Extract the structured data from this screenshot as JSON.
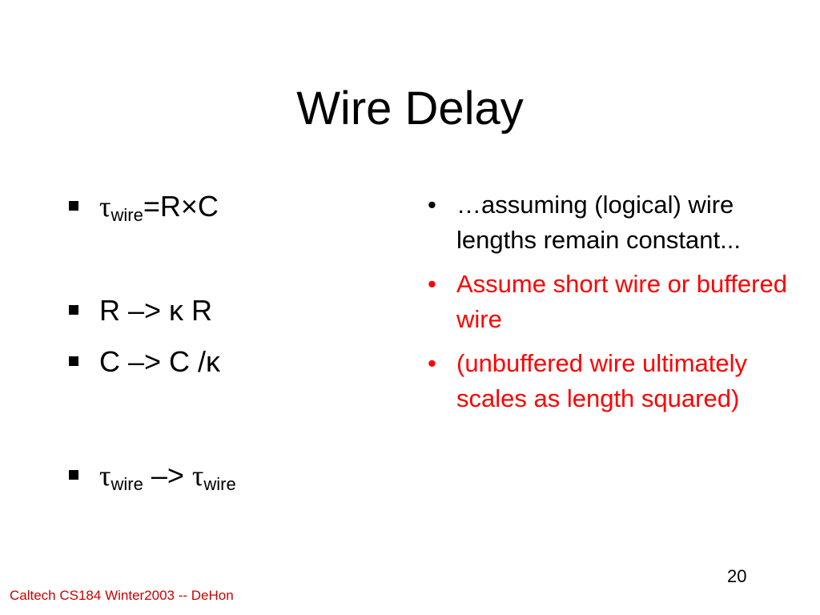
{
  "slide": {
    "title": "Wire Delay",
    "left_bullets": [
      {
        "tau": "τ",
        "sub": "wire",
        "rest": "=R×C"
      },
      {
        "text": "R –> κ R"
      },
      {
        "text": "C –> C /κ"
      },
      {
        "tau1": "τ",
        "sub1": "wire",
        "arrow": " –> ",
        "tau2": "τ",
        "sub2": "wire"
      }
    ],
    "right_bullets": [
      {
        "text": "…assuming (logical) wire lengths remain constant...",
        "color": "#000000"
      },
      {
        "text": "Assume short wire or buffered wire",
        "color": "#ff0000"
      },
      {
        "text": "(unbuffered wire ultimately scales as length squared)",
        "color": "#ff0000"
      }
    ],
    "bullet_char": "•",
    "footer": "Caltech CS184 Winter2003 -- DeHon",
    "page_number": "20"
  }
}
